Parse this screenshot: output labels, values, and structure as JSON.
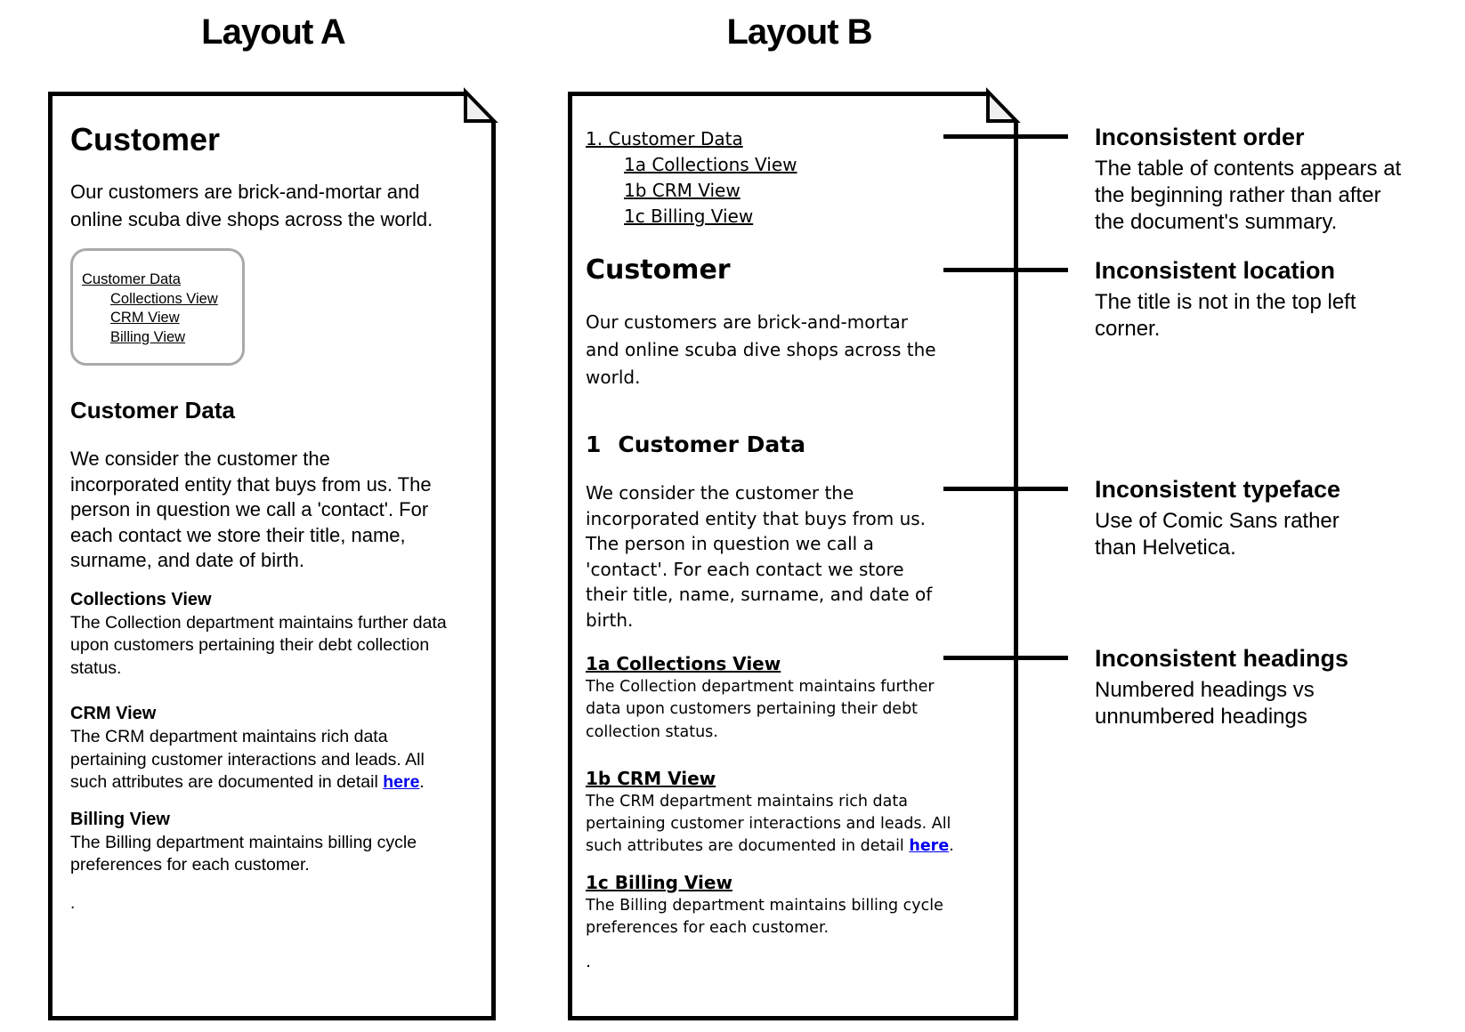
{
  "titles": {
    "a": "Layout A",
    "b": "Layout B"
  },
  "doc_a": {
    "title": "Customer",
    "intro": "Our customers are brick-and-mortar and\nonline scuba dive shops across the world.",
    "toc": [
      "Customer Data",
      "Collections View",
      "CRM View",
      "Billing View"
    ],
    "section_heading": "Customer Data",
    "section_body": "We consider the customer the\nincorporated entity that buys from us. The\nperson in question we call a 'contact'. For\neach contact we store their title, name,\nsurname, and date of birth.",
    "collections": {
      "heading": "Collections View",
      "body": "The Collection department maintains further data\nupon customers pertaining their debt collection\nstatus."
    },
    "crm": {
      "heading": "CRM View",
      "body_pre": "The CRM department maintains rich data\npertaining customer interactions and leads. All\nsuch attributes are documented in detail ",
      "link_label": "here",
      "body_post": "."
    },
    "billing": {
      "heading": "Billing View",
      "body": "The Billing department maintains billing cycle\npreferences for each customer."
    },
    "trailing_mark": "."
  },
  "doc_b": {
    "toc": [
      "1. Customer Data",
      "1a Collections View",
      "1b CRM View",
      "1c Billing View"
    ],
    "title": "Customer",
    "intro": "Our customers are brick-and-mortar\nand online scuba dive shops across the\nworld.",
    "section_number": "1",
    "section_heading": "Customer Data",
    "section_body": "We consider the customer the\nincorporated entity that buys from us.\nThe person in question we call a\n'contact'. For each contact we store\ntheir title, name, surname, and date of\nbirth.",
    "collections": {
      "heading": "1a Collections View",
      "body": "The Collection department maintains further\ndata upon customers pertaining their debt\ncollection status."
    },
    "crm": {
      "heading": "1b CRM View",
      "body_pre": "The CRM department maintains rich data\npertaining customer interactions and leads. All\nsuch attributes are documented in detail ",
      "link_label": "here",
      "body_post": "."
    },
    "billing": {
      "heading": "1c Billing View",
      "body": "The Billing department maintains billing cycle\npreferences for each customer."
    },
    "trailing_mark": "."
  },
  "annotations": [
    {
      "heading": "Inconsistent order",
      "body": "The table of contents appears at\nthe beginning rather than after\nthe document's summary."
    },
    {
      "heading": "Inconsistent location",
      "body": "The title is not in the top left\ncorner."
    },
    {
      "heading": "Inconsistent typeface",
      "body": "Use of Comic Sans rather\nthan Helvetica."
    },
    {
      "heading": "Inconsistent headings",
      "body": "Numbered headings vs\nunnumbered headings"
    }
  ],
  "colors": {
    "ink": "#000000",
    "background": "#ffffff",
    "toc_box_border": "#a9a9a9",
    "fold_fill": "#f0f0f0"
  }
}
